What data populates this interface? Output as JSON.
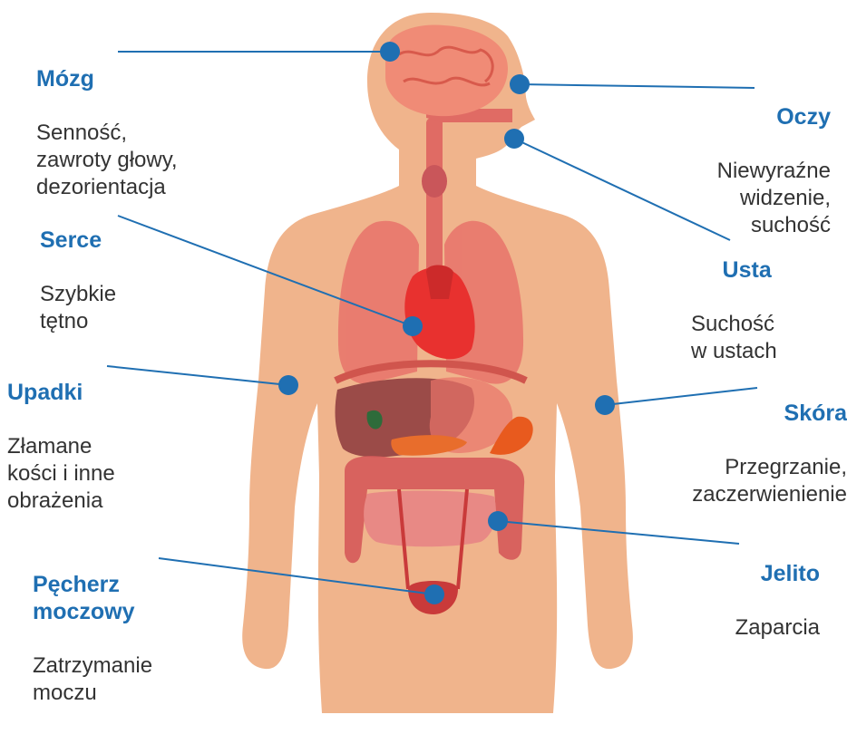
{
  "colors": {
    "accent": "#1f6fb2",
    "dot": "#1f6fb2",
    "leader": "#1f6fb2",
    "skin": "#f0b48c",
    "text": "#333333"
  },
  "callouts": [
    {
      "id": "mozg",
      "title": "Mózg",
      "desc": "Senność,\nzawroty głowy,\ndezorientacja"
    },
    {
      "id": "oczy",
      "title": "Oczy",
      "desc": "Niewyraźne\nwidzenie,\nsuchość"
    },
    {
      "id": "serce",
      "title": "Serce",
      "desc": "Szybkie\ntętno"
    },
    {
      "id": "usta",
      "title": "Usta",
      "desc": "Suchość\nw ustach"
    },
    {
      "id": "upadki",
      "title": "Upadki",
      "desc": "Złamane\nkości i inne\nobrażenia"
    },
    {
      "id": "skora",
      "title": "Skóra",
      "desc": "Przegrzanie,\nzaczerwienienie"
    },
    {
      "id": "jelito",
      "title": "Jelito",
      "desc": "Zaparcia"
    },
    {
      "id": "pecherz",
      "title": "Pęcherz\nmoczowy",
      "desc": "Zatrzymanie\nmoczu"
    }
  ]
}
